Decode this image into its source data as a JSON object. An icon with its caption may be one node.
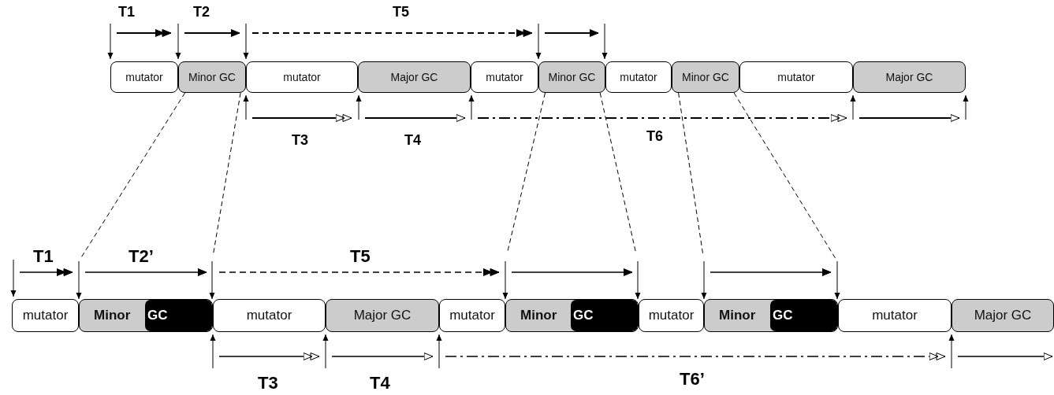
{
  "diagram": {
    "nodes": [
      {
        "text": [
          "mutator"
        ]
      },
      {
        "text": [
          "Minor GC"
        ]
      },
      {
        "text": [
          "mutator"
        ]
      },
      {
        "text": [
          "Major GC"
        ]
      },
      {
        "text": [
          "mutator"
        ]
      },
      {
        "text": [
          "Minor GC"
        ]
      },
      {
        "text": [
          "mutator"
        ]
      },
      {
        "text": [
          "Minor GC"
        ]
      },
      {
        "text": [
          "mutator"
        ]
      },
      {
        "text": [
          "Major GC"
        ]
      },
      {
        "text": [
          "mutator"
        ]
      },
      {
        "text": [
          "Minor",
          "GC"
        ]
      },
      {
        "text": [
          "mutator"
        ]
      },
      {
        "text": [
          "Major GC"
        ]
      },
      {
        "text": [
          "mutator"
        ]
      },
      {
        "text": [
          "Minor",
          "GC"
        ]
      },
      {
        "text": [
          "mutator"
        ]
      },
      {
        "text": [
          "Minor",
          "GC"
        ]
      },
      {
        "text": [
          "mutator"
        ]
      },
      {
        "text": [
          "Major GC"
        ]
      }
    ],
    "edges": [
      {
        "from": 1,
        "to": 11,
        "arrow": "to",
        "style": "dashed"
      },
      {
        "from": 1,
        "to": 11,
        "arrow": "to",
        "style": "dashed"
      },
      {
        "from": 5,
        "to": 15,
        "arrow": "to",
        "style": "dashed"
      },
      {
        "from": 5,
        "to": 15,
        "arrow": "to",
        "style": "dashed"
      },
      {
        "from": 7,
        "to": 17,
        "arrow": "to",
        "style": "dashed"
      },
      {
        "from": 7,
        "to": 17,
        "arrow": "to",
        "style": "dashed"
      }
    ],
    "labels": [
      "T1",
      "T2",
      "T5",
      "T3",
      "T4",
      "T6",
      "T1",
      "T2’",
      "T5",
      "T3",
      "T4",
      "T6’"
    ]
  }
}
